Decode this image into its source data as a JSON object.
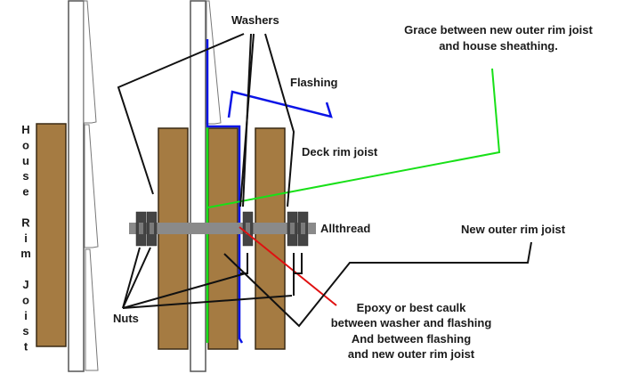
{
  "title": "Deck ledger attachment with allthread through house rim joist",
  "colors": {
    "wood": "#a57b42",
    "flashing": "#0a14e6",
    "sealant_green": "#18e018",
    "caulk_red": "#e01010",
    "rod": "#8a8a8a",
    "nut": "#444444",
    "leader": "#111111"
  },
  "labels": {
    "house_rim_joist": [
      "H",
      "o",
      "u",
      "s",
      "e",
      "",
      "R",
      "i",
      "m",
      "",
      "J",
      "o",
      "i",
      "s",
      "t"
    ],
    "washers": "Washers",
    "flashing": "Flashing",
    "deck_rim_joist": "Deck rim joist",
    "allthread": "Allthread",
    "new_outer_rim_joist": "New outer rim joist",
    "nuts": "Nuts",
    "grace_line1": "Grace between new outer rim joist",
    "grace_line2": "and house sheathing.",
    "epoxy_line1": "Epoxy or best caulk",
    "epoxy_line2": "between washer and flashing",
    "epoxy_line3": "And between flashing",
    "epoxy_line4": "and new outer rim joist"
  }
}
